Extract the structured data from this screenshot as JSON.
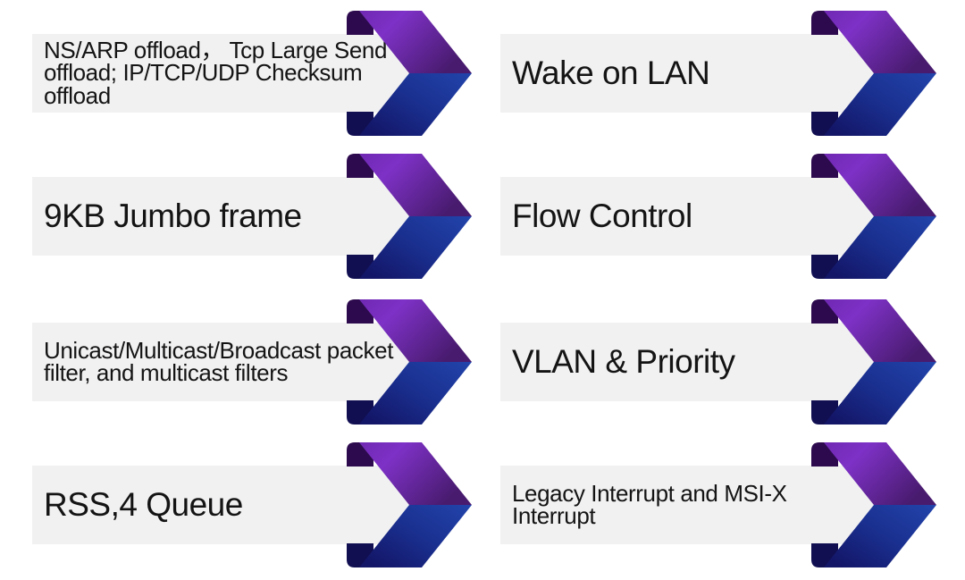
{
  "slide": {
    "background": "#ffffff",
    "type": "feature-list-chevron-diagram"
  },
  "features": [
    {
      "label": "NS/ARP offload， Tcp Large Send offload; IP/TCP/UDP Checksum offload"
    },
    {
      "label": "Wake on LAN"
    },
    {
      "label": "9KB Jumbo frame"
    },
    {
      "label": "Flow Control"
    },
    {
      "label": "Unicast/Multicast/Broadcast packet filter, and multicast filters"
    },
    {
      "label": "VLAN & Priority"
    },
    {
      "label": "RSS,4 Queue"
    },
    {
      "label": "Legacy Interrupt and MSI-X Interrupt"
    }
  ],
  "icons": {
    "arrow": "chevron-ribbon-arrow-icon"
  },
  "colors": {
    "bar_bg": "#f1f1f2",
    "text": "#141414",
    "purple_left": "#6f28b2",
    "purple_bright": "#7e31c6",
    "purple_tip": "#481b6e",
    "purple_fold": "#2d0a4e",
    "blue_tip": "#2244ab",
    "blue_mid": "#1a3090",
    "blue_dark": "#131566",
    "navy_fold": "#110f52"
  }
}
